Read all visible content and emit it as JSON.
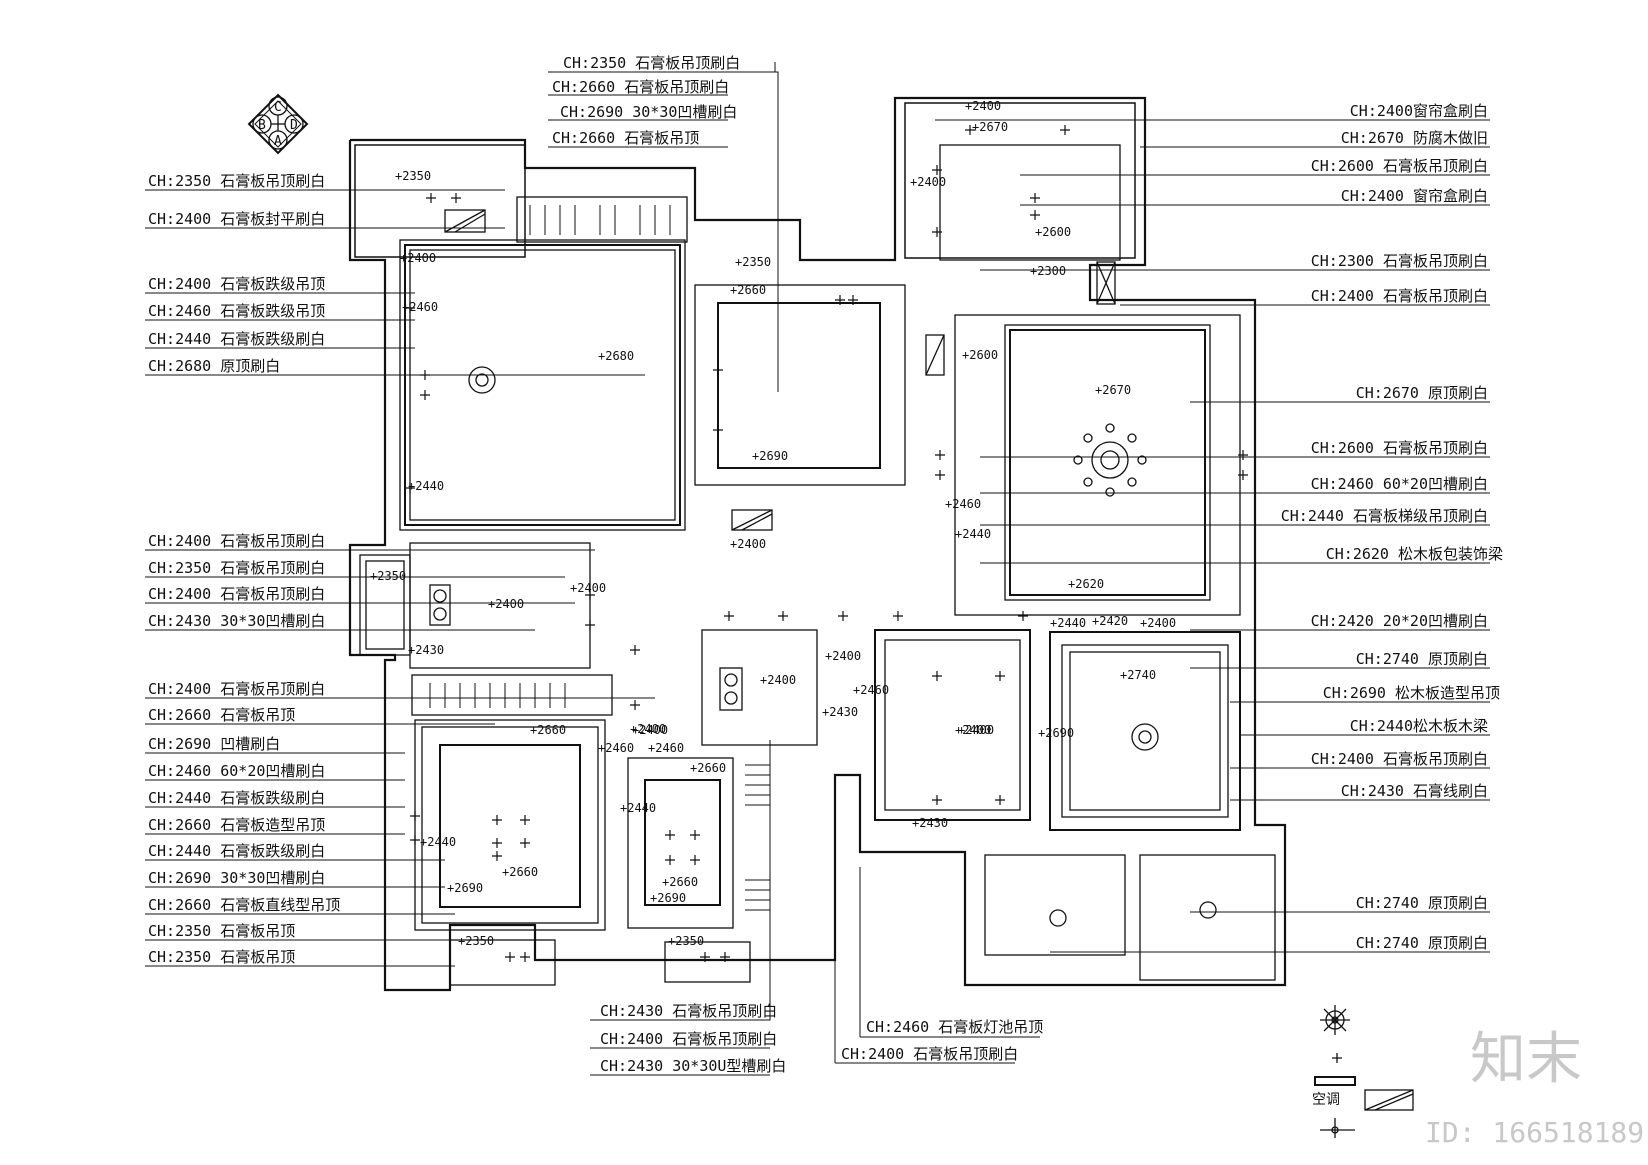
{
  "compass": {
    "top": "C",
    "left": "B",
    "right": "D",
    "bottom": "A"
  },
  "left_labels": [
    "CH:2350 石膏板吊顶刷白",
    "CH:2400 石膏板封平刷白",
    "CH:2400 石膏板跌级吊顶",
    "CH:2460 石膏板跌级吊顶",
    "CH:2440 石膏板跌级刷白",
    "CH:2680 原顶刷白",
    "CH:2400 石膏板吊顶刷白",
    "CH:2350 石膏板吊顶刷白",
    "CH:2400 石膏板吊顶刷白",
    "CH:2430 30*30凹槽刷白",
    "CH:2400 石膏板吊顶刷白",
    "CH:2660 石膏板吊顶",
    "CH:2690 凹槽刷白",
    "CH:2460 60*20凹槽刷白",
    "CH:2440 石膏板跌级刷白",
    "CH:2660 石膏板造型吊顶",
    "CH:2440 石膏板跌级刷白",
    "CH:2690 30*30凹槽刷白",
    "CH:2660 石膏板直线型吊顶",
    "CH:2350 石膏板吊顶",
    "CH:2350 石膏板吊顶"
  ],
  "top_labels": [
    "CH:2350 石膏板吊顶刷白",
    "CH:2660 石膏板吊顶刷白",
    "CH:2690 30*30凹槽刷白",
    "CH:2660 石膏板吊顶"
  ],
  "right_labels": [
    "CH:2400窗帘盒刷白",
    "CH:2670 防腐木做旧",
    "CH:2600 石膏板吊顶刷白",
    "CH:2400 窗帘盒刷白",
    "CH:2300 石膏板吊顶刷白",
    "CH:2400 石膏板吊顶刷白",
    "CH:2670 原顶刷白",
    "CH:2600 石膏板吊顶刷白",
    "CH:2460 60*20凹槽刷白",
    "CH:2440 石膏板梯级吊顶刷白",
    "CH:2620 松木板包装饰梁",
    "CH:2420 20*20凹槽刷白",
    "CH:2740 原顶刷白",
    "CH:2690 松木板造型吊顶",
    "CH:2440松木板木梁",
    "CH:2400 石膏板吊顶刷白",
    "CH:2430 石膏线刷白",
    "CH:2740 原顶刷白",
    "CH:2740 原顶刷白"
  ],
  "bottom_labels": [
    "CH:2430 石膏板吊顶刷白",
    "CH:2400 石膏板吊顶刷白",
    "CH:2430 30*30U型槽刷白",
    "CH:2460 石膏板灯池吊顶",
    "CH:2400 石膏板吊顶刷白"
  ],
  "height_marks": [
    "+2350",
    "+2400",
    "+2460",
    "+2680",
    "+2440",
    "+2350",
    "+2660",
    "+2690",
    "+2400",
    "+2670",
    "+2400",
    "+2600",
    "+2300",
    "+2600",
    "+2670",
    "+2460",
    "+2440",
    "+2620",
    "+2400",
    "+2350",
    "+2400",
    "+2430",
    "+2400",
    "+2440",
    "+2420",
    "+2400",
    "+2740",
    "+2690",
    "+2400",
    "+2400",
    "+2460",
    "+2430",
    "+2400",
    "+2430",
    "+2660",
    "+2460",
    "+2400",
    "+2460",
    "+2440",
    "+2660",
    "+2690",
    "+2660",
    "+2440",
    "+2660",
    "+2690",
    "+2350",
    "+2350",
    "+2400",
    "+2400"
  ],
  "legend": {
    "label_ac": "空调"
  },
  "watermark": {
    "brand": "知末",
    "id": "ID: 166518189"
  }
}
